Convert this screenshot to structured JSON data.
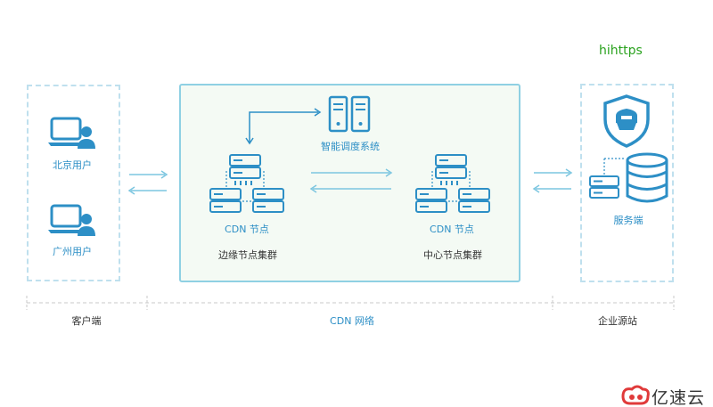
{
  "watermark": "hihttps",
  "client": {
    "users": [
      "北京用户",
      "广州用户"
    ],
    "section_label": "客户端"
  },
  "cdn": {
    "scheduler_label": "智能调度系统",
    "edge": {
      "node_label": "CDN 节点",
      "cluster_label": "边缘节点集群"
    },
    "center": {
      "node_label": "CDN 节点",
      "cluster_label": "中心节点集群"
    },
    "section_label": "CDN 网络"
  },
  "origin": {
    "server_label": "服务端",
    "section_label": "企业源站"
  },
  "logo": {
    "text": "亿速云"
  },
  "colors": {
    "accent": "#2d8fc6",
    "dashed": "#bfe0ee",
    "cdn_border": "#8fd0e3",
    "cdn_bg": "#f4faf4",
    "watermark": "#2aa21e",
    "logo_red": "#e03a3a"
  }
}
